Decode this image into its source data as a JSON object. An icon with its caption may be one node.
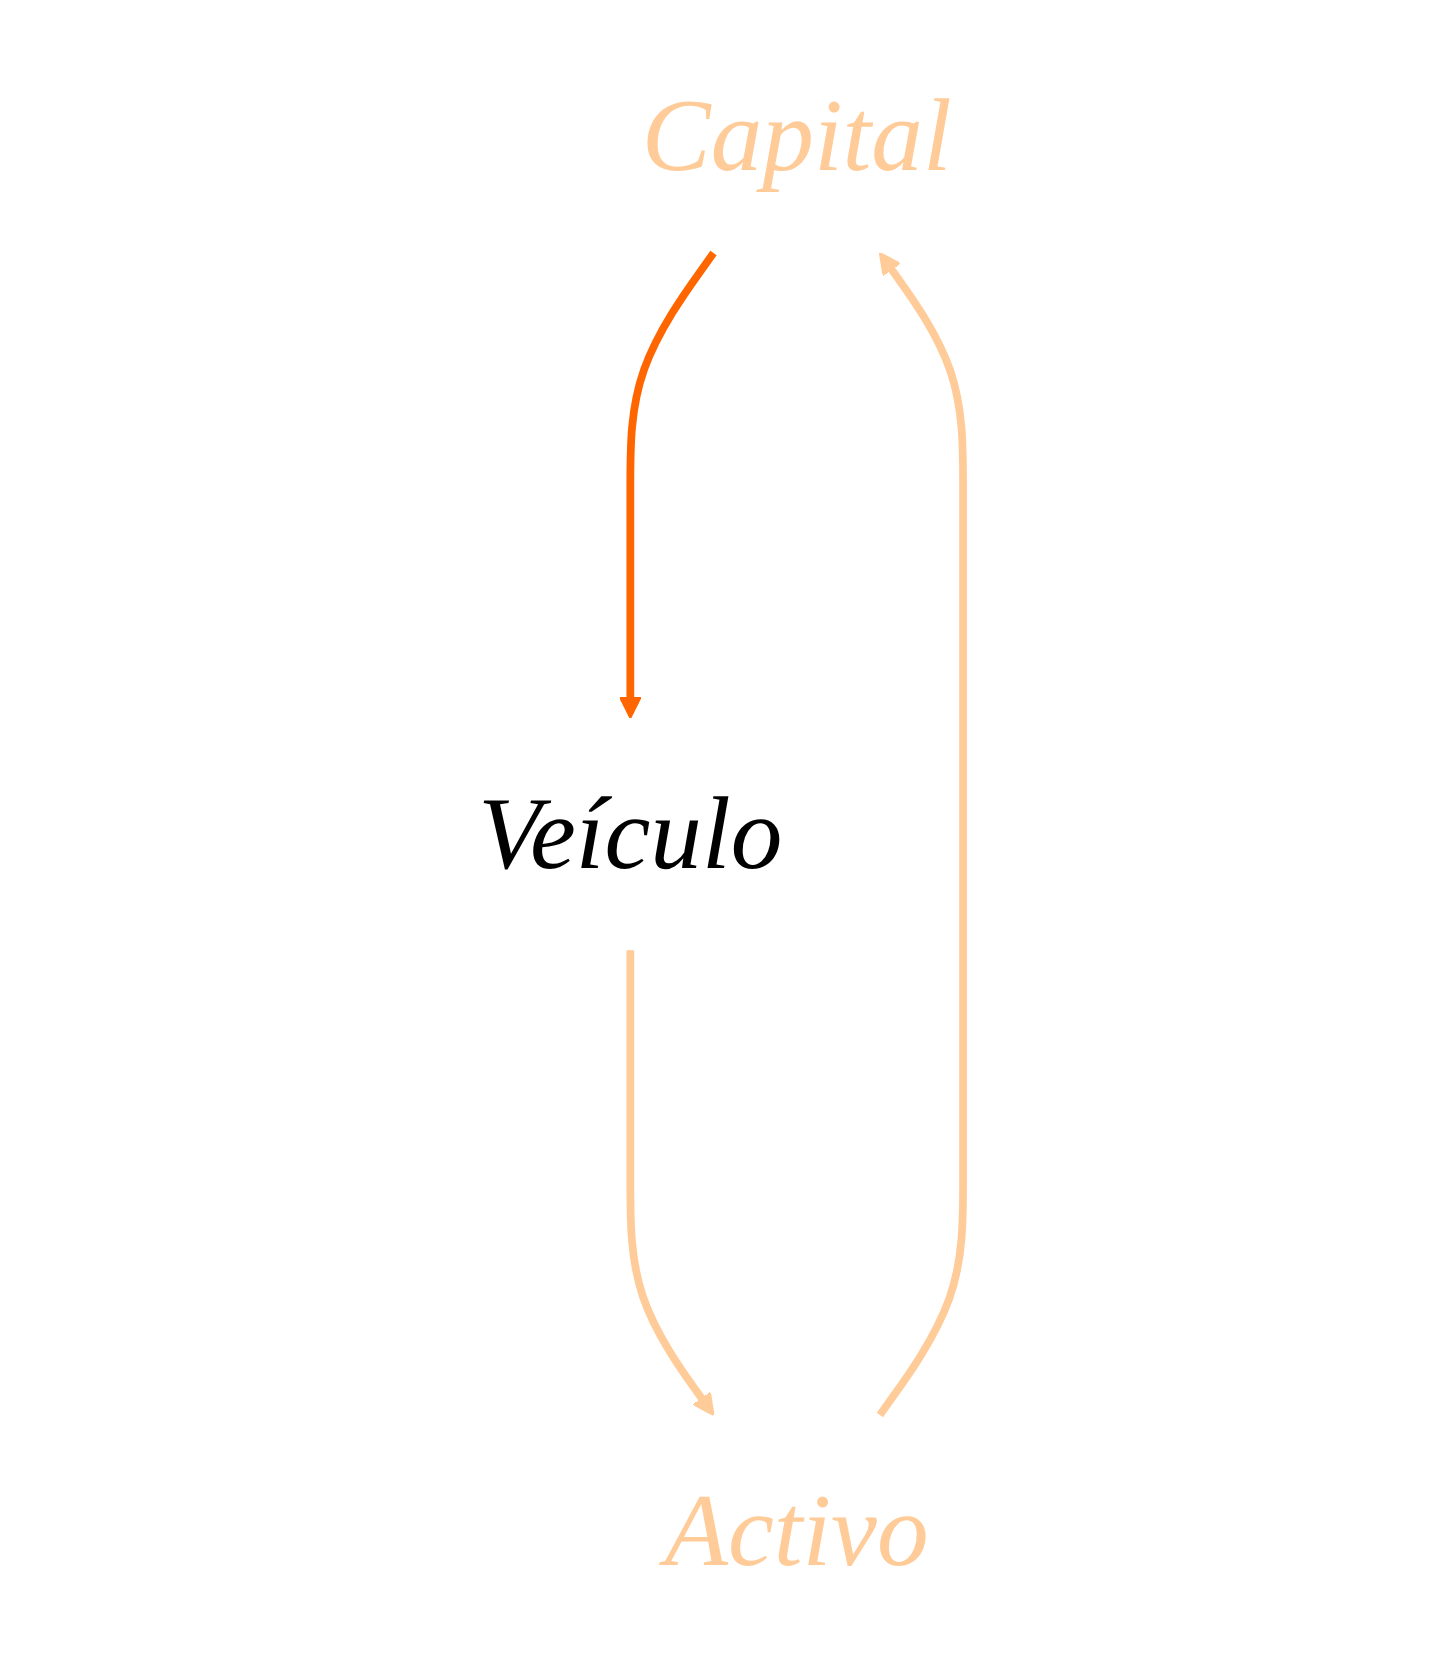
{
  "diagram": {
    "nodes": [
      {
        "text": [
          "Capital"
        ]
      },
      {
        "text": [
          "Veículo"
        ]
      },
      {
        "text": [
          "Activo"
        ]
      }
    ],
    "edges": [
      {
        "from": 0,
        "to": 1,
        "arrow": "to",
        "color": "#ff6600"
      },
      {
        "from": 1,
        "to": 2,
        "arrow": "to"
      },
      {
        "from": 2,
        "to": 0,
        "arrow": "to"
      }
    ]
  }
}
